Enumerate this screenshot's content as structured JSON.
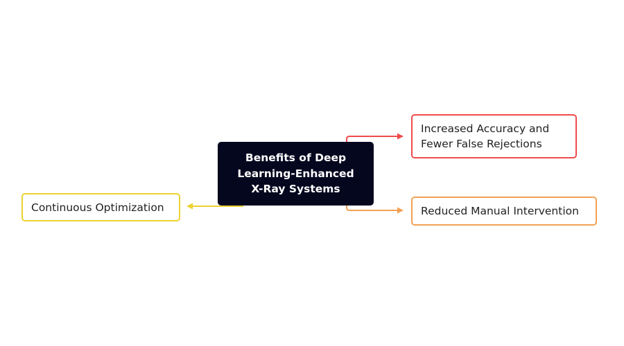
{
  "diagram": {
    "root": {
      "label": "Benefits of Deep Learning-Enhanced X-Ray Systems",
      "color": "#05071f"
    },
    "branches": [
      {
        "id": "accuracy",
        "label": "Increased Accuracy and Fewer False Rejections",
        "color": "#ef4b4b"
      },
      {
        "id": "manual",
        "label": "Reduced Manual Intervention",
        "color": "#f2a153"
      },
      {
        "id": "optimization",
        "label": "Continuous Optimization",
        "color": "#ecd230"
      }
    ]
  }
}
